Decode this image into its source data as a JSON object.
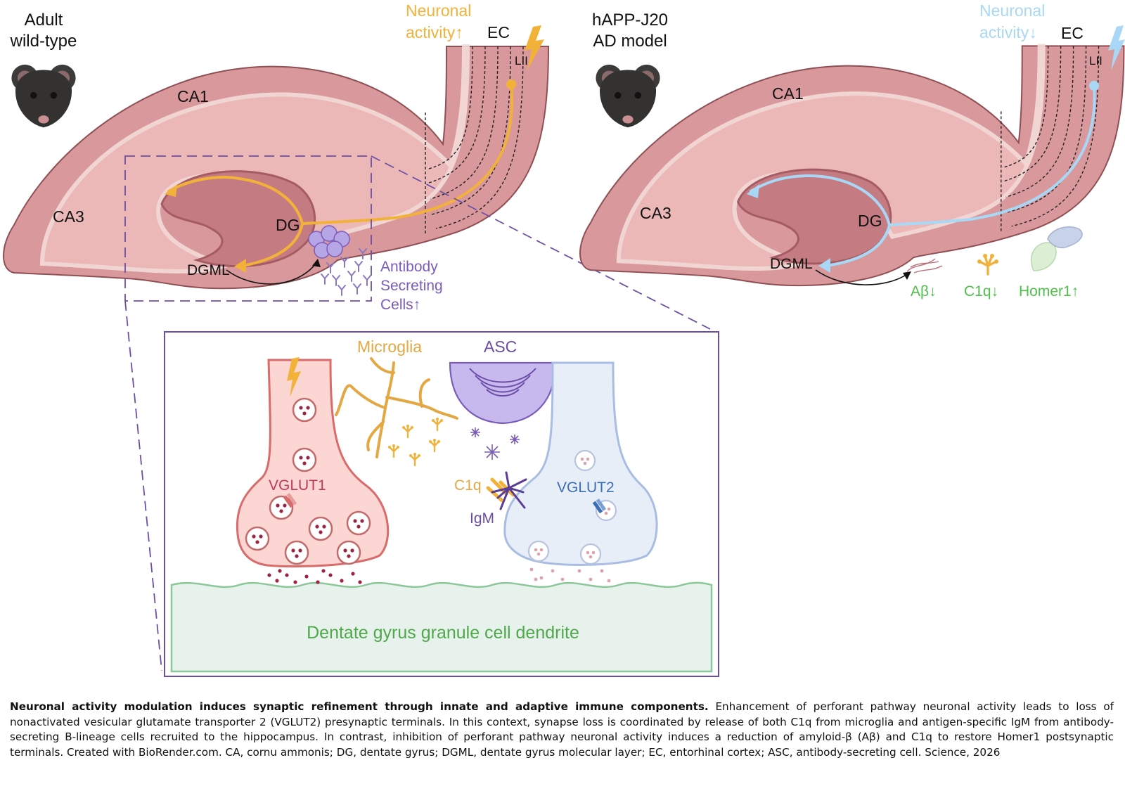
{
  "left_panel": {
    "title_line1": "Adult",
    "title_line2": "wild-type",
    "activity_line1": "Neuronal",
    "activity_line2": "activity↑",
    "ec": "EC",
    "lii": "LII",
    "ca1": "CA1",
    "ca3": "CA3",
    "dg": "DG",
    "dgml": "DGML",
    "asc_line1": "Antibody",
    "asc_line2": "Secreting",
    "asc_line3": "Cells↑"
  },
  "right_panel": {
    "title_line1": "hAPP-J20",
    "title_line2": "AD model",
    "activity_line1": "Neuronal",
    "activity_line2": "activity↓",
    "ec": "EC",
    "lii": "LII",
    "ca1": "CA1",
    "ca3": "CA3",
    "dg": "DG",
    "dgml": "DGML",
    "abeta": "Aβ↓",
    "c1q": "C1q↓",
    "homer1": "Homer1↑"
  },
  "inset": {
    "microglia": "Microglia",
    "asc": "ASC",
    "vglut1": "VGLUT1",
    "vglut2": "VGLUT2",
    "c1q": "C1q",
    "igm": "IgM",
    "dendrite": "Dentate gyrus granule cell dendrite"
  },
  "caption": {
    "bold": "Neuronal activity modulation induces synaptic refinement through innate and adaptive immune components.",
    "body": " Enhancement of perforant pathway neuronal activity leads to loss of nonactivated vesicular glutamate transporter 2 (VGLUT2) presynaptic terminals. In this context, synapse loss is coordinated by release of both C1q from microglia and antigen-specific IgM from antibody-secreting B-lineage cells recruited to the hippocampus. In contrast, inhibition of perforant pathway neuronal activity induces a reduction of amyloid-β (Aβ) and C1q to restore Homer1 postsynaptic terminals. Created with BioRender.com. CA, cornu ammonis; DG, dentate gyrus; DGML, dentate gyrus molecular layer; EC, entorhinal cortex; ASC, antibody-secreting cell. Science, 2026"
  },
  "colors": {
    "tissue": "#d9989c",
    "tissue_dark": "#b86f75",
    "tissue_edge": "#8e4f55",
    "tissue_light": "#f4dcd9",
    "activity_up": "#f2b23a",
    "activity_down": "#a8d8f5",
    "asc_purple": "#7b5cb8",
    "green_label": "#4fc04a",
    "vglut1_fill": "#fbd6d3",
    "vglut1_edge": "#d96b6b",
    "vglut2_fill": "#e8eef8",
    "vglut2_edge": "#a9bde3",
    "dendrite_fill": "#e8f2ec",
    "dendrite_edge": "#8cc79a"
  }
}
